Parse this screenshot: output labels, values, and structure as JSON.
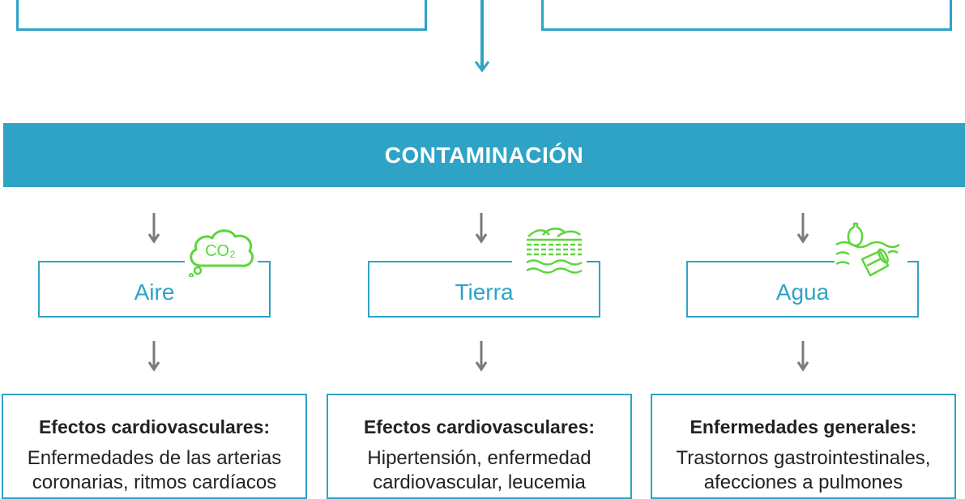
{
  "banner": {
    "label": "CONTAMINACIÓN"
  },
  "categories": [
    {
      "label": "Aire",
      "icon": "co2-cloud-icon",
      "icon_text": "CO₂"
    },
    {
      "label": "Tierra",
      "icon": "soil-layers-icon"
    },
    {
      "label": "Agua",
      "icon": "water-pollution-icon"
    }
  ],
  "effects": [
    {
      "title": "Efectos cardiovasculares:",
      "text": "Enfermedades de las arterias coronarias, ritmos cardíacos"
    },
    {
      "title": "Efectos cardiovasculares:",
      "text": "Hipertensión, enfermedad cardiovascular, leucemia"
    },
    {
      "title": "Enfermedades generales:",
      "text": "Trastornos gastrointestinales, afecciones a pulmones"
    }
  ],
  "colors": {
    "accent": "#2ea3c6",
    "icon_green": "#5cd63a",
    "arrow_gray": "#7a7a7a"
  }
}
